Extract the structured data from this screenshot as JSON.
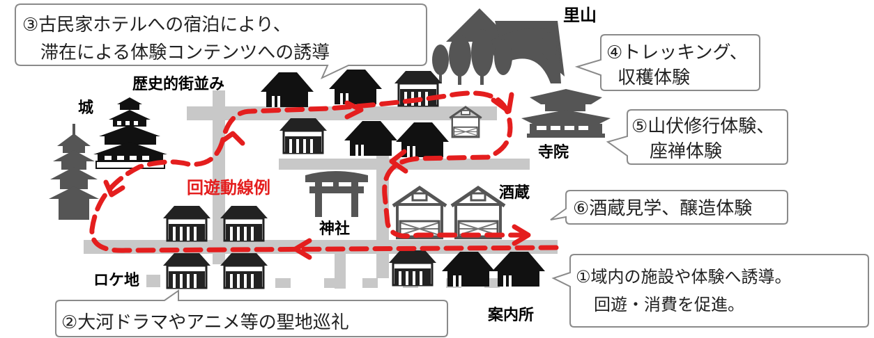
{
  "labels": {
    "satoyama": "里山",
    "historic_street": "歴史的街並み",
    "castle": "城",
    "temple": "寺院",
    "sake_brewery": "酒蔵",
    "shrine": "神社",
    "location_site": "ロケ地",
    "info_center": "案内所",
    "route_example": "回遊動線例"
  },
  "callouts": {
    "c3": {
      "line1": "③古民家ホテルへの宿泊により、",
      "line2": "滞在による体験コンテンツへの誘導"
    },
    "c4": {
      "line1": "④トレッキング、",
      "line2": "収穫体験"
    },
    "c5": {
      "line1": "⑤山伏修行体験、",
      "line2": "座禅体験"
    },
    "c6": {
      "line1": "⑥酒蔵見学、醸造体験"
    },
    "c1": {
      "line1": "①域内の施設や体験へ誘導。",
      "line2": "回遊・消費を促進。"
    },
    "c2": {
      "line1": "②大河ドラマやアニメ等の聖地巡礼"
    }
  },
  "colors": {
    "route": "#e41e1e",
    "road": "#c8c8c8",
    "building": "#222222",
    "pagoda": "#555555",
    "callout_border": "#8a8a8a"
  },
  "icons": [
    "mountain-icon",
    "tree-icon",
    "castle-icon",
    "pagoda-icon",
    "torii-icon",
    "temple-icon",
    "kominka-icon",
    "storehouse-icon"
  ]
}
